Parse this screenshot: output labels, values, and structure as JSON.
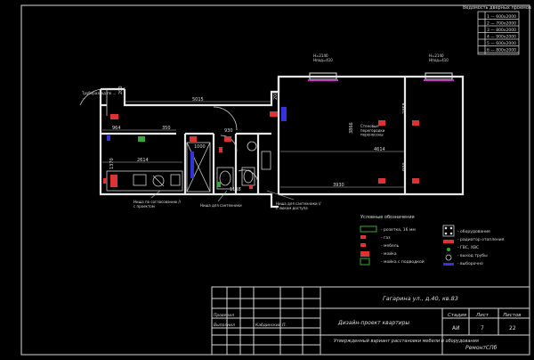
{
  "drawing": {
    "dimensions": {
      "d5015": "5015",
      "d200a": "200",
      "d200b": "200",
      "d964": "964",
      "d350": "350",
      "d930": "930",
      "d2614": "2614",
      "d1370": "1370",
      "d4614": "4614",
      "d3930": "3930",
      "d3866": "3866",
      "d2358": "2358",
      "d930b": "930",
      "d1138": "1138",
      "d1000": "1000"
    },
    "notes": {
      "top_left": "Труборазвод по ...\n...",
      "window_a": "Н=2140\nНпод=410",
      "window_b": "Н=2140\nНпод=410",
      "center": "Стеновые\nперегородки\nперенесены",
      "bottom_a": "Ниша по согласованию //\nс проектом",
      "bottom_b": "Ниша для сантехники",
      "bottom_c": "Ниша для сантехники //\nс люком доступа"
    },
    "top_right_table": {
      "title": "Ведомость дверных проемов",
      "rows": [
        "1 — 600х2000",
        "2 — 700х2000",
        "3 — 800х2000",
        "4 — 900х2000",
        "5 — 600х2000",
        "6 — 800х2000"
      ]
    },
    "legend": {
      "title": "Условные обозначения",
      "left": [
        "- розетка, 16 мм",
        "- газ",
        "- мебель",
        "- мойка",
        "- мойка с подводкой"
      ],
      "right": [
        "- оборудование",
        "- радиатор отопления",
        "- ГВС, ХВС",
        "- выход трубы",
        "- выборочно"
      ]
    }
  },
  "title_block": {
    "address": "Гагарина ул., д.40, кв.83",
    "project": "Дизайн-проект квартиры",
    "sheet_title": "Утвержденный вариант расстановки мебели и оборудования",
    "stage_header": "Стадия",
    "sheet_header": "Лист",
    "sheets_header": "Листов",
    "stage": "АИ",
    "sheet": "7",
    "sheets": "22",
    "org": "РемонтСПб",
    "rows": {
      "checked_label": "Проверил",
      "made_label": "Выполнил",
      "made_name": "Кабдинский П."
    }
  },
  "colors": {
    "background": "#000000",
    "line": "#e6e6e6",
    "accent_red": "#d33",
    "accent_green": "#3a3",
    "accent_blue": "#33d",
    "accent_magenta": "#c3c"
  }
}
